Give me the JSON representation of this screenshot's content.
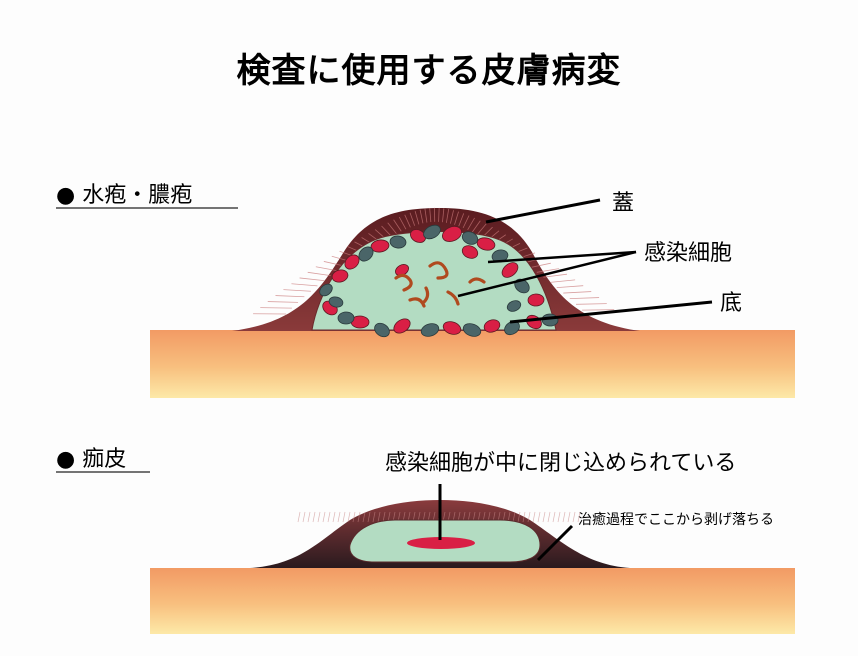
{
  "title": "検査に使用する皮膚病変",
  "sections": [
    {
      "heading": "● 水疱・膿疱",
      "labels": {
        "roof": "蓋",
        "infected_cells": "感染細胞",
        "base": "底"
      }
    },
    {
      "heading": "● 痂皮",
      "labels": {
        "caption": "感染細胞が中に閉じ込められている",
        "peel": "治癒過程でここから剥げ落ちる"
      }
    }
  ],
  "colors": {
    "skin_top": "#f29a64",
    "skin_bottom": "#fde7a4",
    "blister_dome": "#6a2326",
    "blister_fluid": "#b3dcc2",
    "infected_cell": "#d91f45",
    "dark_cell": "#4a6568",
    "worm": "#b04a1f",
    "scab_edge": "#3a2326"
  }
}
